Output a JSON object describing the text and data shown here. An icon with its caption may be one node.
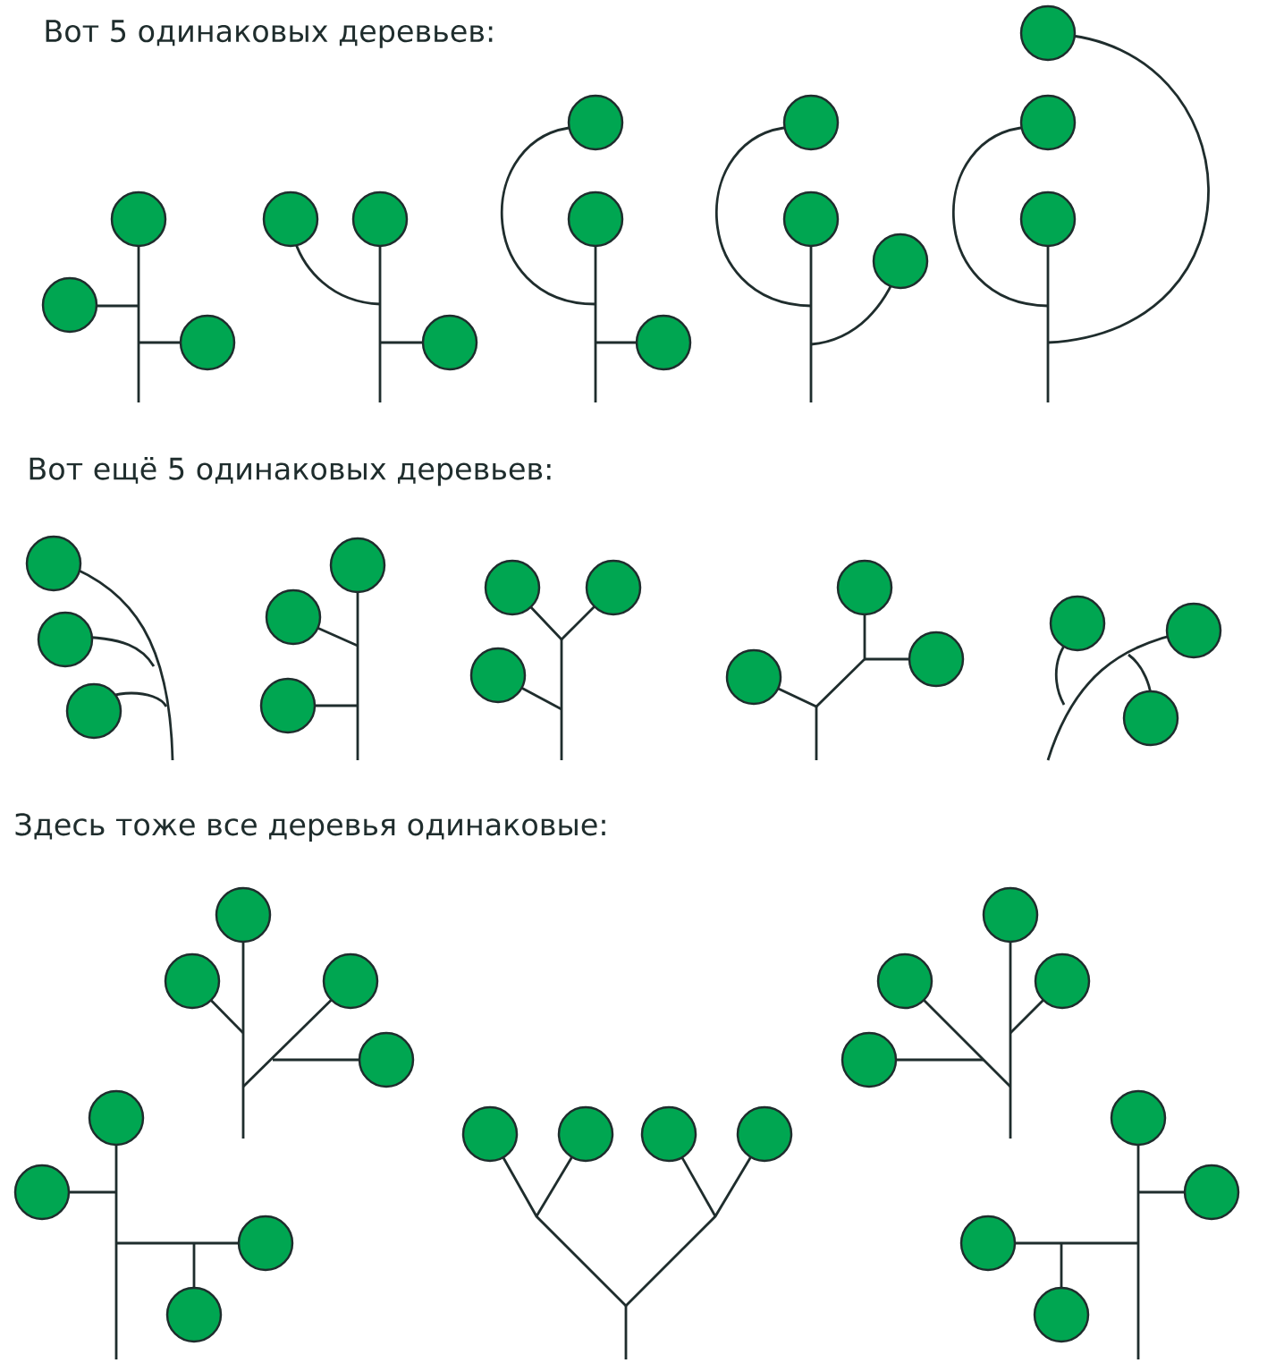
{
  "diagram": {
    "labels": [
      "Вот 5 одинаковых деревьев:",
      "Вот ещё 5 одинаковых деревьев:",
      "Здесь тоже все деревья одинаковые:"
    ]
  }
}
